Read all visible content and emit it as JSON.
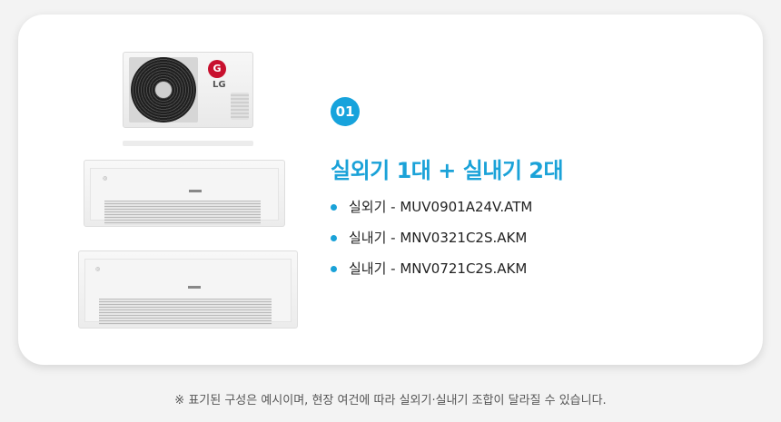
{
  "card": {
    "badge_number": "01",
    "heading": "실외기 1대 + 실내기 2대",
    "specs": [
      {
        "text": "실외기 - MUV0901A24V.ATM"
      },
      {
        "text": "실내기 - MNV0321C2S.AKM"
      },
      {
        "text": "실내기 - MNV0721C2S.AKM"
      }
    ],
    "accent_color": "#1aa2d8",
    "outdoor_logo": "LG"
  },
  "footer": {
    "note": "※ 표기된 구성은 예시이며, 현장 여건에 따라 실외기·실내기 조합이 달라질 수 있습니다."
  }
}
